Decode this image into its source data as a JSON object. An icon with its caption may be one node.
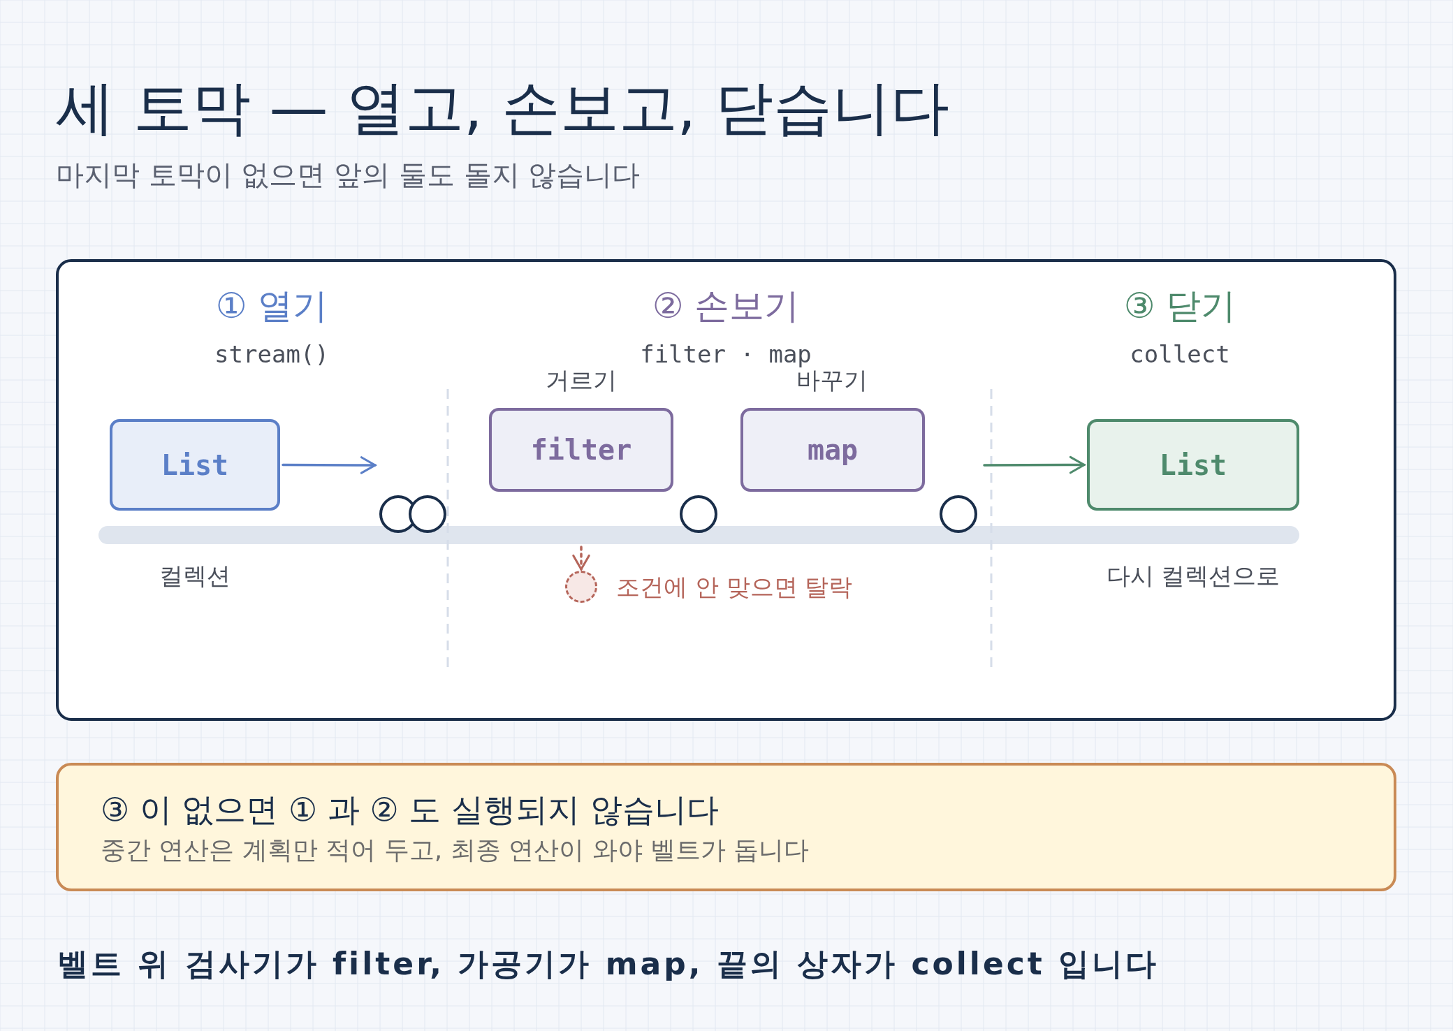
{
  "diagram": {
    "title": "세 토막 — 열고, 손보고, 닫습니다",
    "nodes": [
      {
        "text": [],
        "shape": "box"
      },
      {
        "text": [
          "List"
        ],
        "in": 0
      },
      {
        "text": [
          "filter"
        ],
        "in": 0,
        "beside": [
          "거르기"
        ]
      },
      {
        "text": [
          "map"
        ],
        "in": 0,
        "beside": [
          "바꾸기"
        ]
      },
      {
        "text": [
          "List"
        ],
        "in": 0
      },
      {
        "text": [],
        "shape": "circle",
        "in": 0,
        "beside": [
          "조건에 안 맞으면 탈락"
        ]
      },
      {
        "text": [
          "③ 이 없으면 ① 과 ② 도 실행되지 않습니다",
          "중간 연산은 계획만 적어 두고, 최종 연산이 와야 벨트가 돕니다"
        ]
      },
      {
        "text": [],
        "shape": "bar",
        "in": 0
      }
    ],
    "edges": [
      {
        "from": 1,
        "to": null,
        "arrow": "to",
        "color": "#5b7fc7"
      },
      {
        "from": null,
        "to": 4,
        "arrow": "to",
        "color": "#4e8a6c"
      },
      {
        "from": 7,
        "to": 5,
        "arrow": "to",
        "style": "dashed",
        "color": "#b5655a"
      }
    ],
    "labels": [
      "마지막 토막이 없으면 앞의 둘도 돌지 않습니다",
      "① 열기",
      "stream()",
      "② 손보기",
      "filter · map",
      "③ 닫기",
      "collect",
      "컬렉션",
      "다시 컬렉션으로",
      "벨트 위 검사기가 filter, 가공기가 map, 끝의 상자가 collect 입니다"
    ]
  }
}
